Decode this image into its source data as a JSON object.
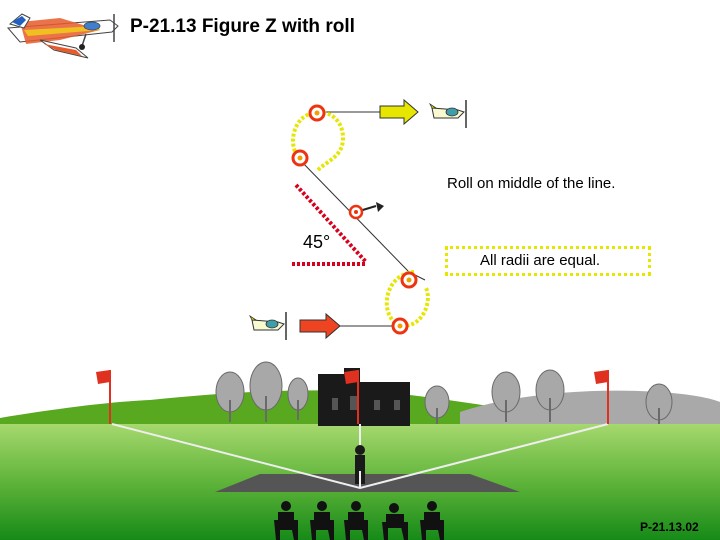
{
  "title": "P-21.13 Figure Z with roll",
  "notes": {
    "roll": "Roll on middle of the line.",
    "radii": "All radii are equal."
  },
  "angle_label": "45°",
  "code": "P-21.13.02",
  "colors": {
    "sky": "#ffffff",
    "grass_top": "#9ed36a",
    "grass_bottom": "#188a1a",
    "hill": "#58a820",
    "hill_gray": "#a9a9a9",
    "exit_arrow": "#e6e600",
    "entry_arrow": "#ee4422",
    "loop_dots": "#e6e600",
    "entry_dots": "#d8001c",
    "roll_marker": "#ee3311",
    "flag": "#e03020",
    "runway": "#555555"
  },
  "icons": [
    "model-airplane-logo",
    "plane-icon",
    "roll-marker-icon",
    "flag-icon",
    "tree-icon",
    "castle-icon",
    "pilot-icon",
    "judge-icon"
  ]
}
